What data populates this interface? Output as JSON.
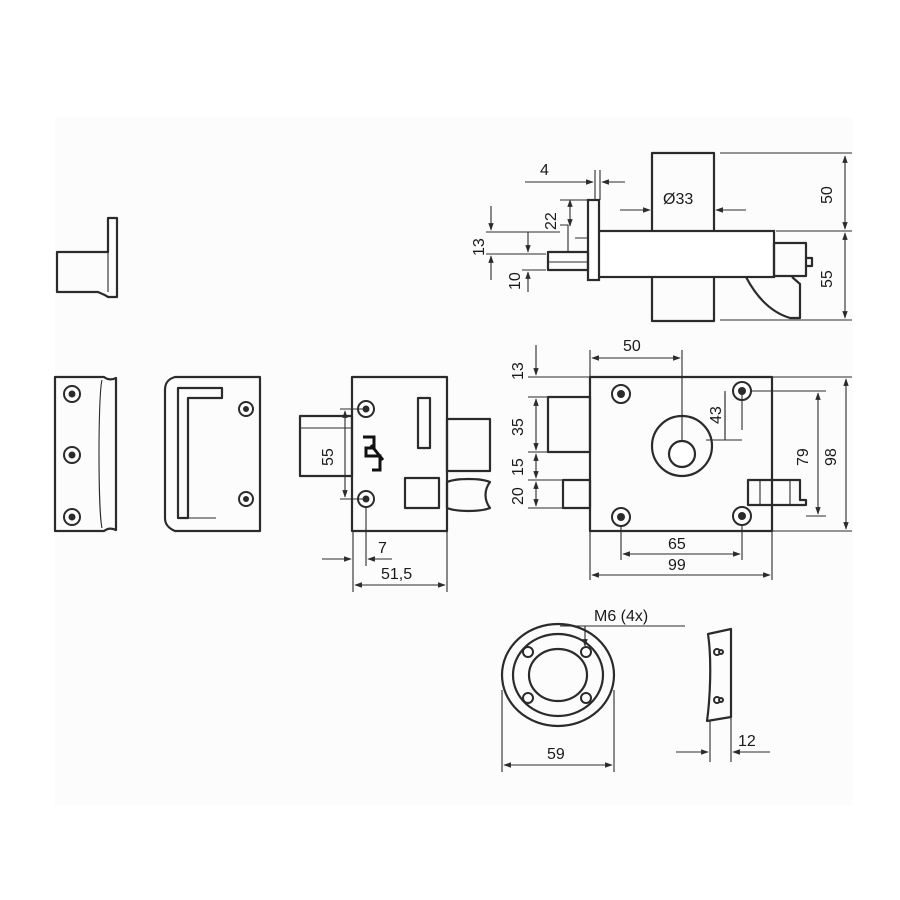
{
  "dimensions": {
    "top_4": "4",
    "top_dia": "Ø33",
    "top_50": "50",
    "top_55": "55",
    "top_22": "22",
    "top_13": "13",
    "top_10": "10",
    "mid_55": "55",
    "mid_7": "7",
    "mid_51_5": "51,5",
    "right_50": "50",
    "right_13": "13",
    "right_35": "35",
    "right_15": "15",
    "right_20": "20",
    "right_43": "43",
    "right_79": "79",
    "right_98": "98",
    "right_65": "65",
    "right_99": "99",
    "rosette_m6": "M6  (4x)",
    "rosette_59": "59",
    "plate_12": "12"
  }
}
